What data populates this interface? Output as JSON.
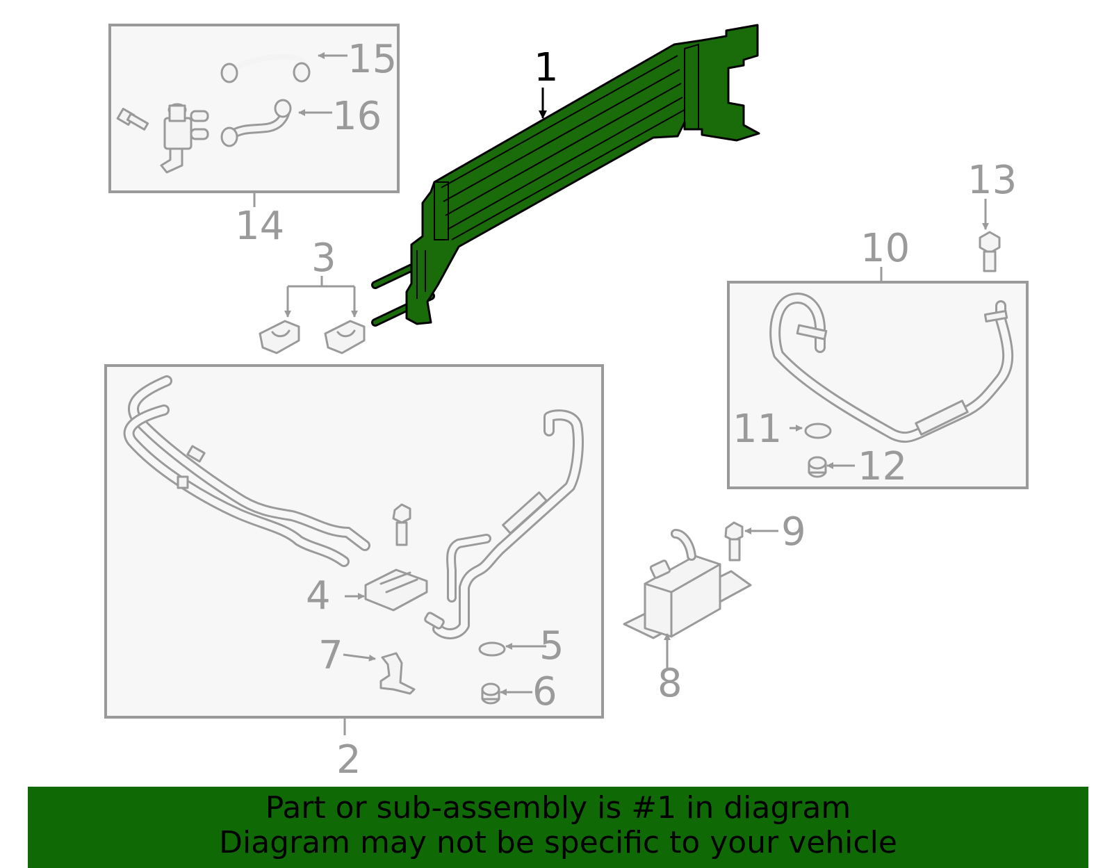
{
  "callouts": {
    "c1": "1",
    "c2": "2",
    "c3": "3",
    "c4": "4",
    "c5": "5",
    "c6": "6",
    "c7": "7",
    "c8": "8",
    "c9": "9",
    "c10": "10",
    "c11": "11",
    "c12": "12",
    "c13": "13",
    "c14": "14",
    "c15": "15",
    "c16": "16"
  },
  "banner": {
    "line1": "Part or sub-assembly is #1 in diagram",
    "line2": "Diagram may not be specific to your vehicle"
  },
  "colors": {
    "highlight_part": "#1a6b0a",
    "banner_bg": "#0f6a06",
    "line_gray": "#9a9a9a"
  }
}
